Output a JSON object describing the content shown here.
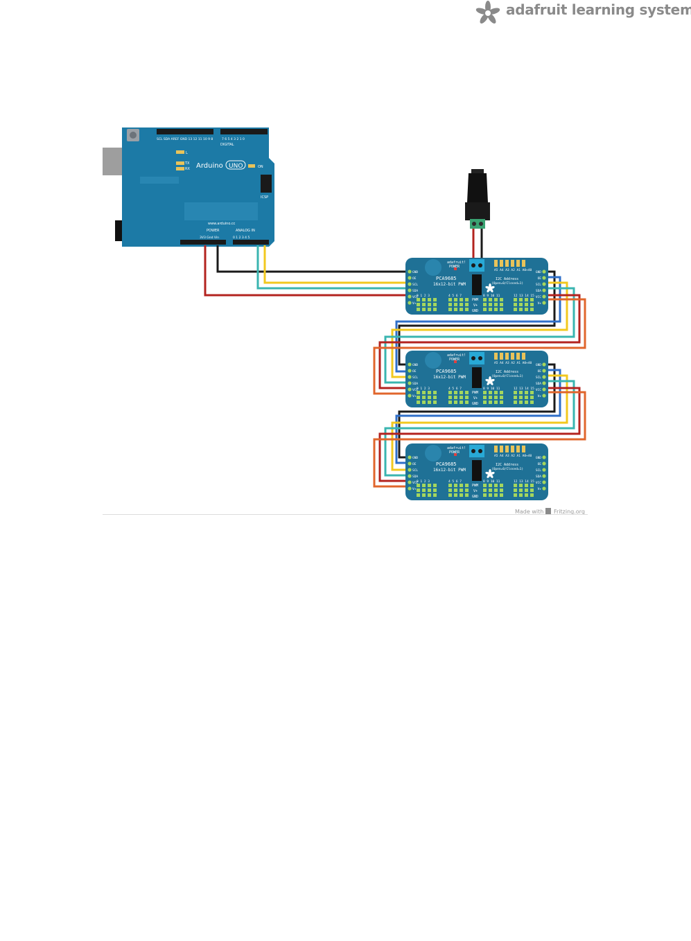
{
  "header": {
    "brand_text": "adafruit learning system"
  },
  "arduino": {
    "name": "Arduino",
    "model": "UNO",
    "website": "www.arduino.cc",
    "digital_label": "DIGITAL",
    "power_label": "POWER",
    "analog_label": "ANALOG IN",
    "icsp_label": "ICSP",
    "on_label": "ON",
    "tx_label": "TX",
    "rx_label": "RX",
    "l_label": "L",
    "power_pins": "3V3 Gnd Vin",
    "analog_pins": "0 1 2 3 4 5",
    "top_pins": "SCL SDA AREF GND 13 12 11 10 9 8",
    "top_pins_2": "7 6 5 4 3 2 1 0"
  },
  "boards": [
    {
      "brand": "adafruit!",
      "chip": "PCA9685",
      "desc": "16x12-bit PWM",
      "power": "POWER",
      "addr_title": "I2C Address",
      "addr_desc": "(Open=0/Closed=1)",
      "addr_pins": "A5 A4 A3 A2 A1 A0+40",
      "left_pins": [
        "GND",
        "OE",
        "SCL",
        "SDA",
        "VCC",
        "V+"
      ],
      "right_pins": [
        "GND",
        "OE",
        "SCL",
        "SDA",
        "VCC",
        "V+"
      ],
      "bottom_left": "0 1 2 3",
      "bottom_mid": "4 5 6 7",
      "bottom_mid2": "8 9 10 11",
      "bottom_right": "12 13 14 15",
      "pwm_label": "PWM",
      "vplus_label": "V+",
      "gnd_label": "GND"
    },
    {
      "brand": "adafruit!",
      "chip": "PCA9685",
      "desc": "16x12-bit PWM",
      "power": "POWER",
      "addr_title": "I2C Address",
      "addr_desc": "(Open=0/Closed=1)",
      "addr_pins": "A5 A4 A3 A2 A1 A0+40",
      "left_pins": [
        "GND",
        "OE",
        "SCL",
        "SDA",
        "VCC",
        "V+"
      ],
      "right_pins": [
        "GND",
        "OE",
        "SCL",
        "SDA",
        "VCC",
        "V+"
      ],
      "bottom_left": "0 1 2 3",
      "bottom_mid": "4 5 6 7",
      "bottom_mid2": "8 9 10 11",
      "bottom_right": "12 13 14 15",
      "pwm_label": "PWM",
      "vplus_label": "V+",
      "gnd_label": "GND"
    },
    {
      "brand": "adafruit!",
      "chip": "PCA9685",
      "desc": "16x12-bit PWM",
      "power": "POWER",
      "addr_title": "I2C Address",
      "addr_desc": "(Open=0/Closed=1)",
      "addr_pins": "A5 A4 A3 A2 A1 A0+40",
      "left_pins": [
        "GND",
        "OE",
        "SCL",
        "SDA",
        "VCC",
        "V+"
      ],
      "right_pins": [
        "GND",
        "OE",
        "SCL",
        "SDA",
        "VCC",
        "V+"
      ],
      "bottom_left": "0 1 2 3",
      "bottom_mid": "4 5 6 7",
      "bottom_mid2": "8 9 10 11",
      "bottom_right": "12 13 14 15",
      "pwm_label": "PWM",
      "vplus_label": "V+",
      "gnd_label": "GND"
    }
  ],
  "footer": {
    "made_with": "Made with",
    "fritzing": "Fritzing.org"
  },
  "colors": {
    "board": "#1f7196",
    "arduino": "#1c7aa6",
    "wire_black": "#1a1a1a",
    "wire_red": "#b3231f",
    "wire_yellow": "#f2c81f",
    "wire_teal": "#3ab5b0",
    "wire_blue": "#2f6fc9",
    "wire_orange": "#e0662c",
    "header_text": "#8a8a8a"
  }
}
